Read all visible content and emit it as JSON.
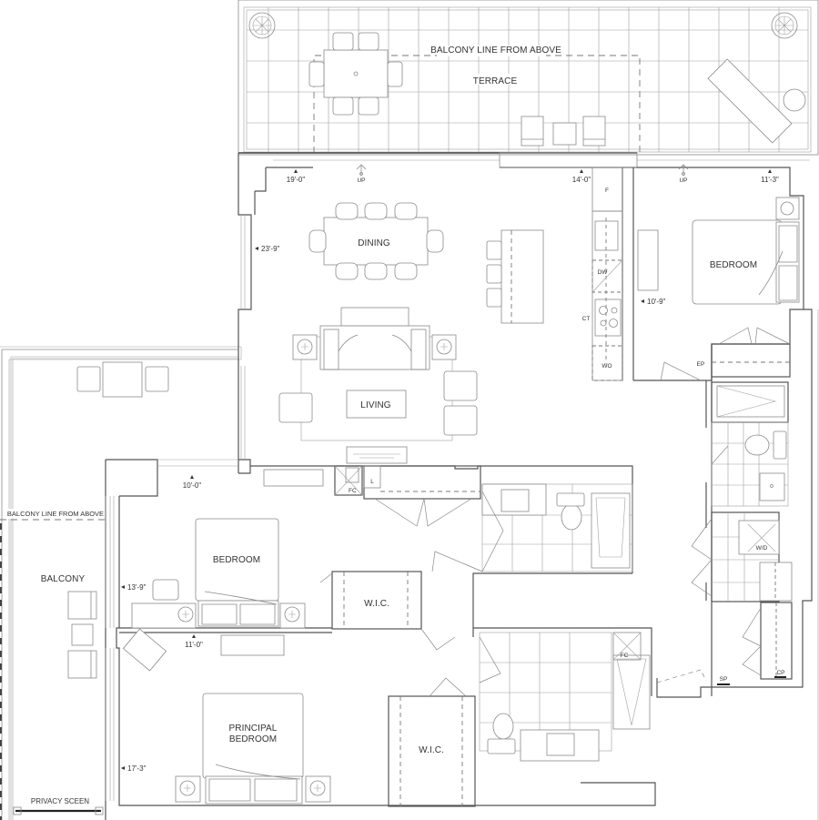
{
  "floorplan": {
    "rooms": {
      "terrace": "TERRACE",
      "dining": "DINING",
      "living": "LIVING",
      "bedroom_right": "BEDROOM",
      "bedroom_left": "BEDROOM",
      "principal_bedroom_line1": "PRINCIPAL",
      "principal_bedroom_line2": "BEDROOM",
      "balcony": "BALCONY",
      "wic_1": "W.I.C.",
      "wic_2": "W.I.C."
    },
    "annotations": {
      "balcony_line_terrace": "BALCONY LINE FROM ABOVE",
      "balcony_line_balcony": "BALCONY LINE FROM ABOVE",
      "privacy_screen": "PRIVACY SCEEN",
      "up_1": "UP",
      "up_2": "UP"
    },
    "dimensions": {
      "living_width": "19'-0\"",
      "kitchen_width": "14'-0\"",
      "bedroom_right_width": "11'-3\"",
      "living_depth": "23'-9\"",
      "bedroom_right_depth": "10'-9\"",
      "bedroom_left_width": "10'-0\"",
      "bedroom_left_depth": "13'-9\"",
      "principal_width": "11'-0\"",
      "principal_depth": "17'-3\""
    },
    "appliance_codes": {
      "fridge": "F",
      "dishwasher": "DW",
      "cooktop": "CT",
      "wall_oven": "WO",
      "electrical_panel": "EP",
      "fan_coil_1": "FC",
      "fan_coil_2": "FC",
      "linen": "L",
      "washer_dryer": "W/D",
      "sprinkler_panel": "SP",
      "cp": "CP"
    }
  }
}
